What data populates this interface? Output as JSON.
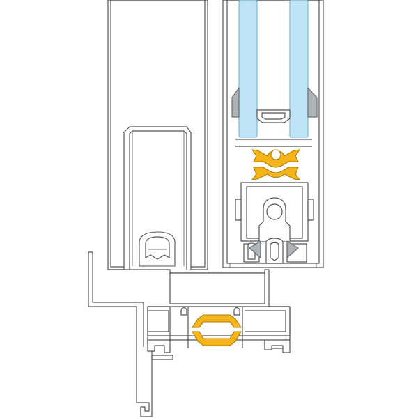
{
  "diagram": {
    "subject": "window-frame-profile-cross-section",
    "components": [
      {
        "id": "left-sash-profile"
      },
      {
        "id": "left-inner-channel"
      },
      {
        "id": "left-gasket"
      },
      {
        "id": "right-sash-profile"
      },
      {
        "id": "double-glazing-pane-outer"
      },
      {
        "id": "double-glazing-pane-inner"
      },
      {
        "id": "glazing-bead-clip"
      },
      {
        "id": "upper-thermal-break"
      },
      {
        "id": "interlock-chamber"
      },
      {
        "id": "right-gaskets"
      },
      {
        "id": "bottom-frame-rail"
      },
      {
        "id": "lower-thermal-break"
      },
      {
        "id": "outer-frame-leg"
      }
    ],
    "colors": {
      "outline": "#555555",
      "glass_fill": "#bfe4f5",
      "glass_stroke": "#7fb7d3",
      "thermal_break_fill": "#f4b41a",
      "thermal_break_stroke": "#b07c00",
      "gasket_fill": "#aeb3b7",
      "background": "#ffffff"
    }
  }
}
